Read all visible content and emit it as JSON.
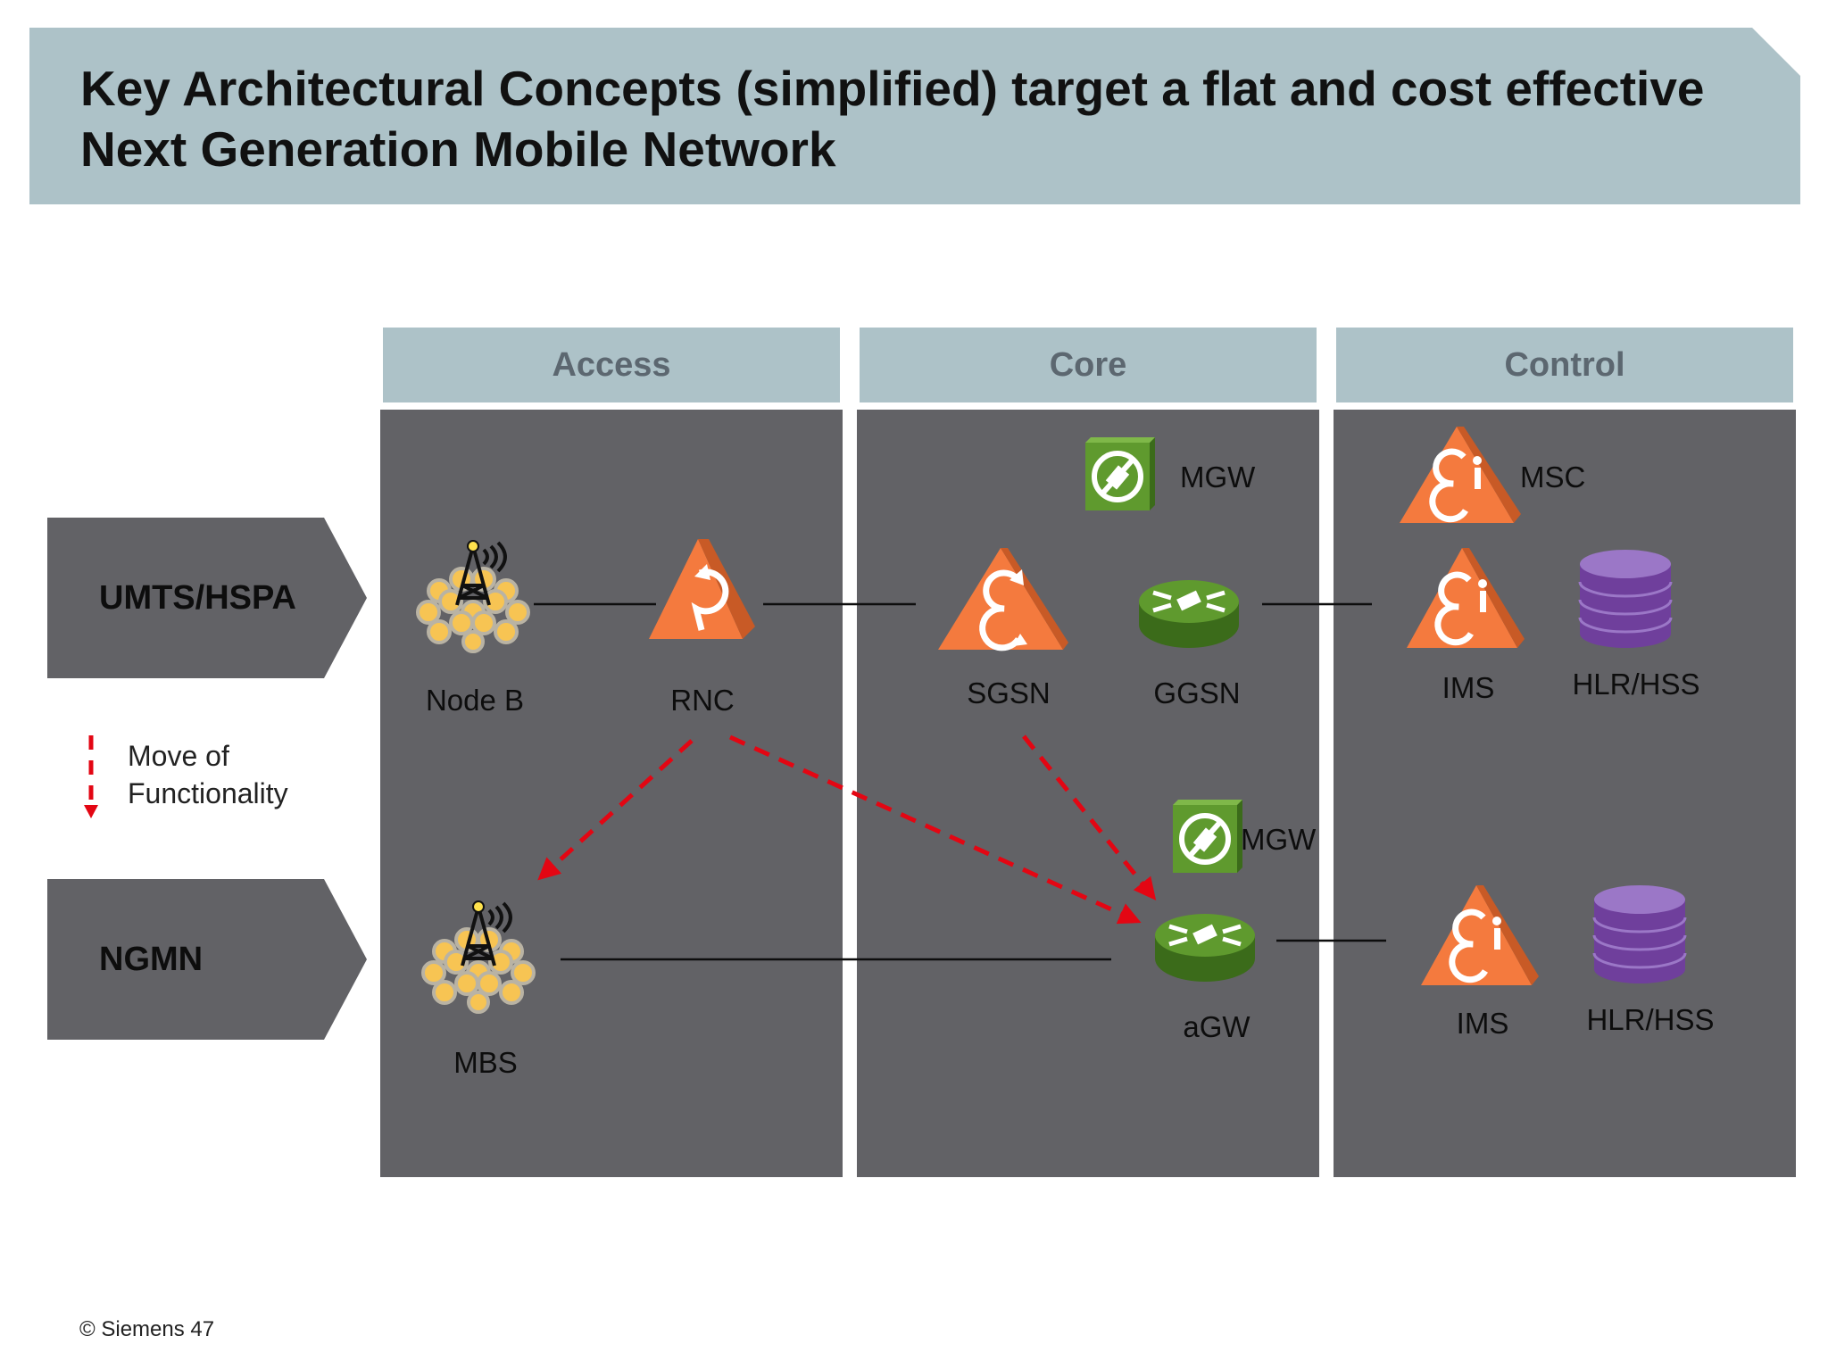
{
  "title": "Key Architectural Concepts (simplified) target a flat and cost effective Next Generation Mobile Network",
  "columns": {
    "access": "Access",
    "core": "Core",
    "control": "Control"
  },
  "rows": {
    "umts": "UMTS/HSPA",
    "ngmn": "NGMN"
  },
  "legend": {
    "line1": "Move of",
    "line2": "Functionality"
  },
  "nodes": {
    "node_b": "Node B",
    "rnc": "RNC",
    "sgsn": "SGSN",
    "ggsn": "GGSN",
    "mgw_top": "MGW",
    "msc": "MSC",
    "ims_top": "IMS",
    "hlr_top": "HLR/HSS",
    "mbs": "MBS",
    "mgw_bottom": "MGW",
    "agw": "aGW",
    "ims_bottom": "IMS",
    "hlr_bottom": "HLR/HSS"
  },
  "footer": "© Siemens 47",
  "colors": {
    "banner": "#adc2c8",
    "panel": "#626266",
    "arrow": "#e30613",
    "triangle": "#f47a3e",
    "router": "#5f9a2e",
    "database": "#8a5fb4"
  }
}
